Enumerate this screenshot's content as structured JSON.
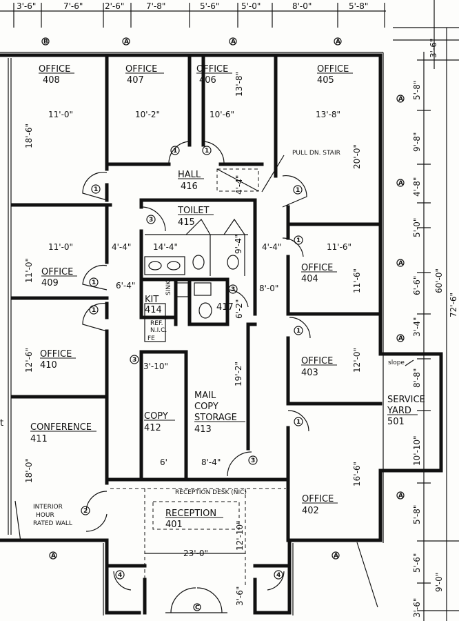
{
  "top_dimensions": [
    "3'-6\"",
    "7'-6\"",
    "2'-6\"",
    "7'-8\"",
    "5'-6\"",
    "5'-0\"",
    "8'-0\"",
    "5'-8\""
  ],
  "right_dimensions": [
    "3'-6\"",
    "5'-8\"",
    "9'-8\"",
    "4'-8\"",
    "5'-0\"",
    "6'-6\"",
    "3'-4\"",
    "8'-8\"",
    "10'-10\"",
    "5'-8\"",
    "5'-6\"",
    "3'-6\""
  ],
  "right_totals": [
    "60'-0\"",
    "72'-6\"",
    "9'-0\""
  ],
  "grid_tags": [
    "B",
    "A",
    "A",
    "A",
    "A",
    "A",
    "A",
    "A",
    "A",
    "A",
    "A",
    "C"
  ],
  "door_tags": [
    "1",
    "1",
    "1",
    "1",
    "1",
    "1",
    "1",
    "1",
    "1",
    "2",
    "3",
    "3",
    "3",
    "3",
    "4",
    "4"
  ],
  "rooms": {
    "office_408": {
      "name": "OFFICE",
      "number": "408",
      "width": "11'-0\"",
      "depth": "18'-6\""
    },
    "office_407": {
      "name": "OFFICE",
      "number": "407",
      "width": "10'-2\""
    },
    "office_406": {
      "name": "OFFICE",
      "number": "406",
      "width": "10'-6\"",
      "depth": "13'-8\""
    },
    "office_405": {
      "name": "OFFICE",
      "number": "405",
      "width": "13'-8\"",
      "depth": "20'-0\""
    },
    "hall_416": {
      "name": "HALL",
      "number": "416"
    },
    "toilet_415": {
      "name": "TOILET",
      "number": "415",
      "width": "14'-4\"",
      "depth": "9'-4\""
    },
    "office_409": {
      "name": "OFFICE",
      "number": "409",
      "width": "11'-0\"",
      "depth": "11'-0\""
    },
    "office_404": {
      "name": "OFFICE",
      "number": "404",
      "width": "11'-6\"",
      "depth": "11'-6\""
    },
    "kit_414": {
      "name": "KIT",
      "number": "414",
      "dim": "6'-4\""
    },
    "room_417": {
      "number": "417",
      "dim": "6'-2\""
    },
    "office_410": {
      "name": "OFFICE",
      "number": "410",
      "depth": "12'-6\""
    },
    "office_403": {
      "name": "OFFICE",
      "number": "403",
      "depth": "12'-0\""
    },
    "copy_412": {
      "name": "COPY",
      "number": "412",
      "width": "6'",
      "depth": "3'-10\""
    },
    "mail_413": {
      "line1": "MAIL",
      "line2": "COPY",
      "line3": "STORAGE",
      "number": "413",
      "width": "8'-4\"",
      "depth": "19'-2\""
    },
    "conference_411": {
      "name": "CONFERENCE",
      "number": "411",
      "depth": "18'-0\""
    },
    "service_yard_501": {
      "line1": "SERVICE",
      "line2": "YARD",
      "number": "501",
      "slope_note": "slope"
    },
    "office_402": {
      "name": "OFFICE",
      "number": "402",
      "depth": "16'-6\""
    },
    "reception_401": {
      "name": "RECEPTION",
      "number": "401",
      "width": "23'-0\"",
      "depth": "12'-10\""
    }
  },
  "interior_dims": {
    "corridor_left": "4'-4\"",
    "corridor_right": "4'-4\"",
    "corridor_kit": "8'-0\"",
    "vestibule": "3'-6\""
  },
  "notes": {
    "pull_stair": "PULL DN. STAIR",
    "reception_desk": "RECEPTION DESK (NIC)",
    "rated_wall_1": "INTERIOR",
    "rated_wall_2": "HOUR",
    "rated_wall_3": "RATED WALL",
    "sink": "SINK",
    "ref_1": "REF.",
    "ref_2": "N.I.C.",
    "fe": "FE",
    "stair_dim": "4'-4\"",
    "left_edge_fragment": "t"
  }
}
